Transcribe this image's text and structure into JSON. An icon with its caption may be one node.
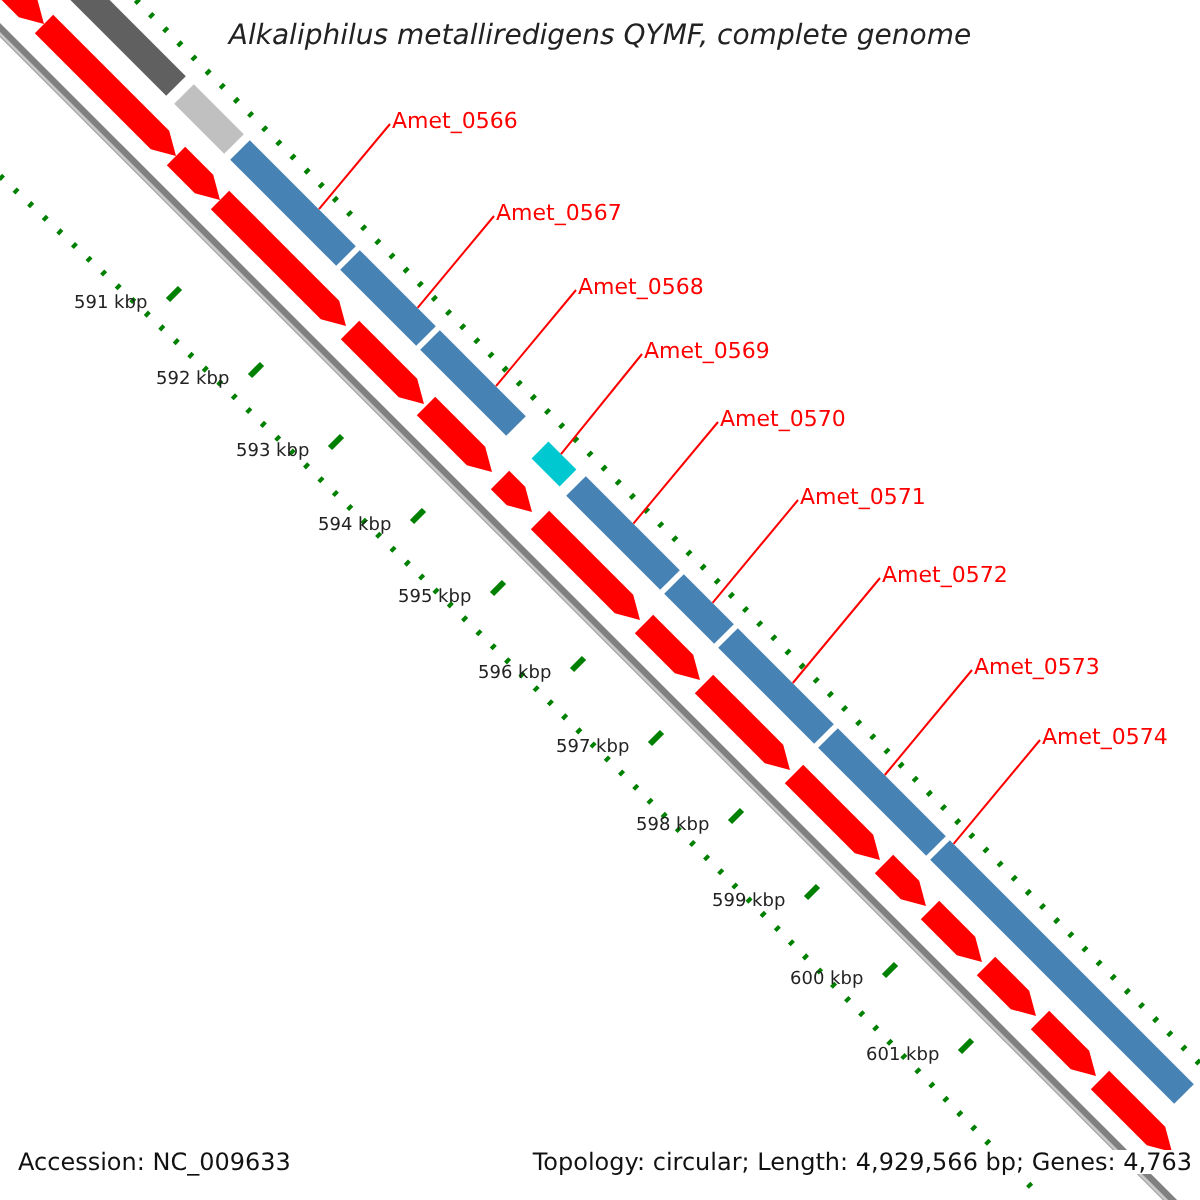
{
  "diagram": {
    "title": "Alkaliphilus metalliredigens QYMF, complete genome",
    "nodes": [
      {
        "text": [
          "Amet_0566"
        ]
      },
      {
        "text": [
          "Amet_0567"
        ]
      },
      {
        "text": [
          "Amet_0568"
        ]
      },
      {
        "text": [
          "Amet_0569"
        ]
      },
      {
        "text": [
          "Amet_0570"
        ]
      },
      {
        "text": [
          "Amet_0571"
        ]
      },
      {
        "text": [
          "Amet_0572"
        ]
      },
      {
        "text": [
          "Amet_0573"
        ]
      },
      {
        "text": [
          "Amet_0574"
        ]
      },
      {
        "text": [],
        "shape": "bar"
      },
      {
        "text": [],
        "shape": "bar"
      },
      {
        "text": [],
        "shape": "bar"
      },
      {
        "text": [],
        "shape": "box"
      },
      {
        "text": [],
        "shape": "bar"
      },
      {
        "text": [],
        "shape": "bar"
      },
      {
        "text": [],
        "shape": "bar"
      },
      {
        "text": [],
        "shape": "bar"
      },
      {
        "text": [],
        "shape": "bar"
      }
    ],
    "edges": [
      {
        "from": 0,
        "to": 9,
        "arrow": "none"
      },
      {
        "from": 1,
        "to": 10,
        "arrow": "none"
      },
      {
        "from": 2,
        "to": 11,
        "arrow": "none"
      },
      {
        "from": 3,
        "to": 12,
        "arrow": "none"
      },
      {
        "from": 4,
        "to": 13,
        "arrow": "none"
      },
      {
        "from": 5,
        "to": 14,
        "arrow": "none"
      },
      {
        "from": 6,
        "to": 15,
        "arrow": "none"
      },
      {
        "from": 7,
        "to": 16,
        "arrow": "none"
      },
      {
        "from": 8,
        "to": 17,
        "arrow": "none"
      }
    ],
    "labels": [
      "591 kbp",
      "592 kbp",
      "593 kbp",
      "594 kbp",
      "595 kbp",
      "596 kbp",
      "597 kbp",
      "598 kbp",
      "599 kbp",
      "600 kbp",
      "601 kbp",
      "Accession: NC_009633",
      "Topology: circular; Length: 4,929,566 bp; Genes: 4,763"
    ]
  }
}
